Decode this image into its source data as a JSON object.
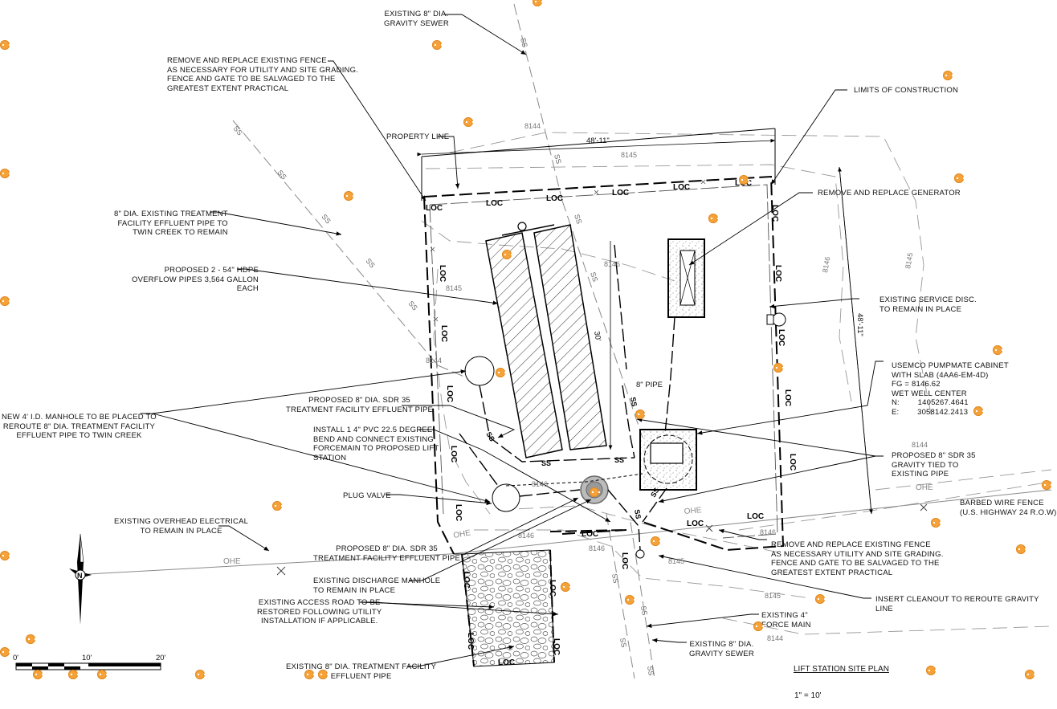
{
  "labels": {
    "gravity_sewer_top": "EXISTING 8\" DIA.\nGRAVITY SEWER",
    "remove_fence_top": "REMOVE AND REPLACE EXISTING FENCE\nAS NECESSARY FOR UTILITY AND SITE GRADING.\nFENCE AND GATE TO BE SALVAGED TO THE\nGREATEST EXTENT PRACTICAL",
    "limits": "LIMITS OF CONSTRUCTION",
    "property_line": "PROPERTY LINE",
    "remove_generator": "REMOVE AND REPLACE GENERATOR",
    "effluent_existing": "8\" DIA. EXISTING TREATMENT\nFACILITY EFFLUENT PIPE TO\nTWIN CREEK TO REMAIN",
    "hdpe": "PROPOSED 2 - 54\" HDPE\nOVERFLOW PIPES 3,564 GALLON\nEACH",
    "service_disc": "EXISTING SERVICE DISC.\nTO REMAIN IN PLACE",
    "cabinet": "USEMCO PUMPMATE CABINET\nWITH SLAB (4AA6-EM-4D)\nFG = 8146.62\nWET WELL CENTER\nN:        1405267.4641\nE:        3058142.2413",
    "manhole_new": "NEW 4' I.D. MANHOLE TO BE PLACED TO\nREROUTE 8\" DIA. TREATMENT FACILITY\nEFFLUENT PIPE TO TWIN CREEK",
    "sdr35_1": "PROPOSED 8\" DIA. SDR 35\nTREATMENT FACILITY EFFLUENT PIPE",
    "pvc_bend": "INSTALL 1 4\" PVC 22.5 DEGREE\nBEND AND CONNECT EXISTING\nFORCEMAIN TO PROPOSED LIFT\nSTATION",
    "sdr35_gravity": "PROPOSED 8\" SDR 35\nGRAVITY TIED TO\nEXISTING PIPE",
    "plug_valve": "PLUG VALVE",
    "barbed_wire": "BARBED WIRE FENCE\n(U.S. HIGHWAY 24 R.O.W)",
    "overhead_elec": "EXISTING OVERHEAD ELECTRICAL\nTO REMAIN IN PLACE",
    "sdr35_2": "PROPOSED 8\" DIA. SDR 35\nTREATMENT FACILITY EFFLUENT PIPE",
    "remove_fence_bottom": "REMOVE AND REPLACE EXISTING FENCE\nAS NECESSARY UTILITY AND SITE GRADING.\nFENCE AND GATE TO BE SALVAGED TO THE\nGREATEST EXTENT PRACTICAL",
    "discharge_mh": "EXISTING DISCHARGE MANHOLE\nTO REMAIN IN PLACE",
    "cleanout": "INSERT CLEANOUT TO REROUTE GRAVITY\nLINE",
    "access_road": "EXISTING ACCESS ROAD TO BE\nRESTORED FOLLOWING UTILITY\nINSTALLATION IF APPLICABLE.",
    "force_main": "EXISTING 4\"\nFORCE MAIN",
    "gravity_sewer_bottom": "EXISTING 8\" DIA.\nGRAVITY SEWER",
    "effluent_bottom": "EXISTING 8\" DIA. TREATMENT FACILITY\nEFFLUENT PIPE"
  },
  "dims": {
    "width_top": "48'-11\"",
    "height_right": "48'-11\"",
    "pipe_len": "30'",
    "pipe_size": "8\" PIPE"
  },
  "tags": {
    "loc": "LOC",
    "ss": "SS",
    "ohe": "OHE"
  },
  "contours": [
    "8144",
    "8145",
    "8146",
    "8145",
    "8144",
    "8146",
    "8146",
    "8146",
    "8145",
    "8144",
    "8144",
    "8145"
  ],
  "north_letter": "N",
  "scale": {
    "ticks": [
      "0'",
      "10'",
      "20'"
    ]
  },
  "title": {
    "name": "LIFT STATION SITE PLAN",
    "scale": "1\" = 10'"
  },
  "colors": {
    "comment_marker": "#f5a23a",
    "line": "#000000",
    "existing": "#8a8a8a"
  }
}
